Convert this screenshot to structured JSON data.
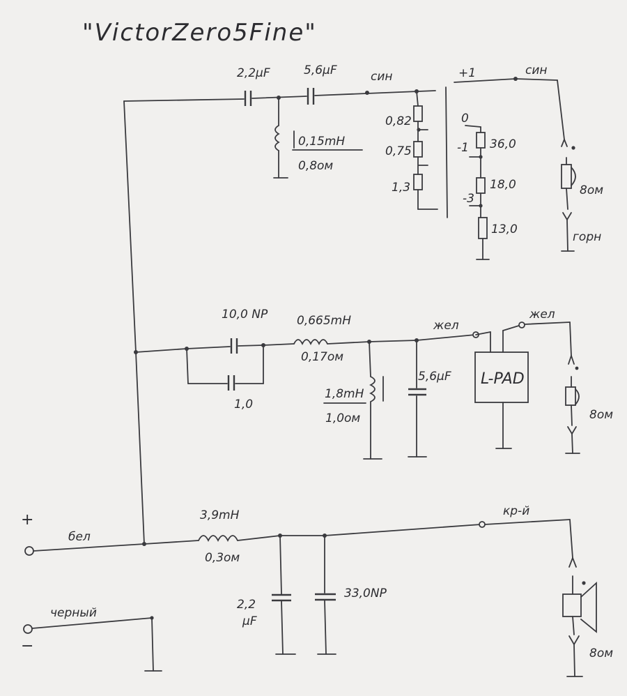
{
  "title": "\"VictorZero5Fine\"",
  "tweeter_section": {
    "c1": "2,2µF",
    "c2": "5,6µF",
    "coil": "0,15mH",
    "coil_r": "0,8ом",
    "wire_color": "син",
    "r1": "0,82",
    "r2": "0,75",
    "r3": "1,3",
    "plus_one": "+1",
    "lvl0": "0",
    "lvl_minus1": "-1",
    "lvl_minus3": "-3",
    "ra": "36,0",
    "rb": "18,0",
    "rc": "13,0",
    "out_color": "син",
    "speaker_imp": "8ом",
    "speaker_type": "горн"
  },
  "mid_section": {
    "cap_np": "10,0 NP",
    "cap2": "1,0",
    "coil": "0,665mH",
    "coil_r": "0,17ом",
    "coil2": "1,8mH",
    "coil2_r": "1,0ом",
    "cap3": "5,6µF",
    "lpad": "L-PAD",
    "color1": "жел",
    "color2": "жел",
    "speaker_imp": "8ом"
  },
  "bass_section": {
    "plus": "+",
    "minus": "−",
    "in_pos_color": "бел",
    "in_neg_color": "черный",
    "coil": "3,9mH",
    "coil_r": "0,3ом",
    "cap1_a": "2,2",
    "cap1_b": "µF",
    "cap2": "33,0NP",
    "out_color": "кр-й",
    "speaker_imp": "8ом"
  }
}
